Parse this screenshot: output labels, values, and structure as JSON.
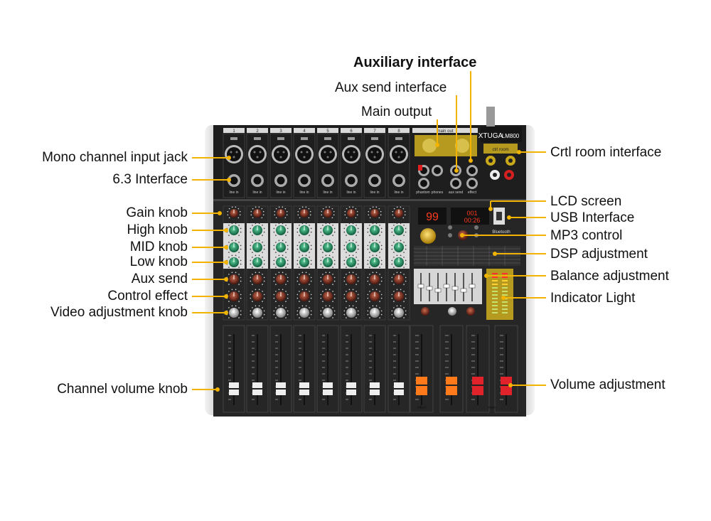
{
  "labels": {
    "left": [
      {
        "id": "mono-channel-input-jack",
        "text": "Mono channel input jack"
      },
      {
        "id": "interface-6-3",
        "text": "6.3 Interface"
      },
      {
        "id": "gain-knob",
        "text": "Gain knob"
      },
      {
        "id": "high-knob",
        "text": "High knob"
      },
      {
        "id": "mid-knob",
        "text": "MID knob"
      },
      {
        "id": "low-knob",
        "text": "Low knob"
      },
      {
        "id": "aux-send",
        "text": "Aux send"
      },
      {
        "id": "control-effect",
        "text": "Control effect"
      },
      {
        "id": "video-adjustment-knob",
        "text": "Video adjustment knob"
      },
      {
        "id": "channel-volume-knob",
        "text": "Channel volume knob"
      }
    ],
    "top": [
      {
        "id": "auxiliary-interface",
        "text": "Auxiliary interface"
      },
      {
        "id": "aux-send-interface",
        "text": "Aux send interface"
      },
      {
        "id": "main-output",
        "text": "Main output"
      }
    ],
    "right": [
      {
        "id": "crtl-room-interface",
        "text": "Crtl room interface"
      },
      {
        "id": "lcd-screen",
        "text": "LCD screen"
      },
      {
        "id": "usb-interface",
        "text": "USB Interface"
      },
      {
        "id": "mp3-control",
        "text": "MP3 control"
      },
      {
        "id": "dsp-adjustment",
        "text": "DSP adjustment"
      },
      {
        "id": "balance-adjustment",
        "text": "Balance adjustment"
      },
      {
        "id": "indicator-light",
        "text": "Indicator Light"
      },
      {
        "id": "volume-adjustment",
        "text": "Volume adjustment"
      }
    ]
  },
  "device": {
    "brand": "XTUGA",
    "model": "LM800",
    "channel_numbers": [
      "1",
      "2",
      "3",
      "4",
      "5",
      "6",
      "7",
      "8"
    ],
    "dsp_display": "99",
    "mp3_track": "001",
    "mp3_time": "00:26",
    "bluetooth": "Bluetooth",
    "ctrl_room": "ctrl room",
    "main_out": "main out",
    "phantom": "phantom",
    "aux_send": "aux send",
    "phones": "phones",
    "effect": "effect",
    "main": "main",
    "line_in": "line in"
  },
  "colors": {
    "leader": "#f2b400",
    "panel": "#232323",
    "knob_green": "#1f8a5e",
    "knob_red": "#8a2a1e",
    "fader_orange": "#ff7a1a",
    "fader_red": "#e0222a",
    "lcd_digits": "#ff3b1f"
  }
}
